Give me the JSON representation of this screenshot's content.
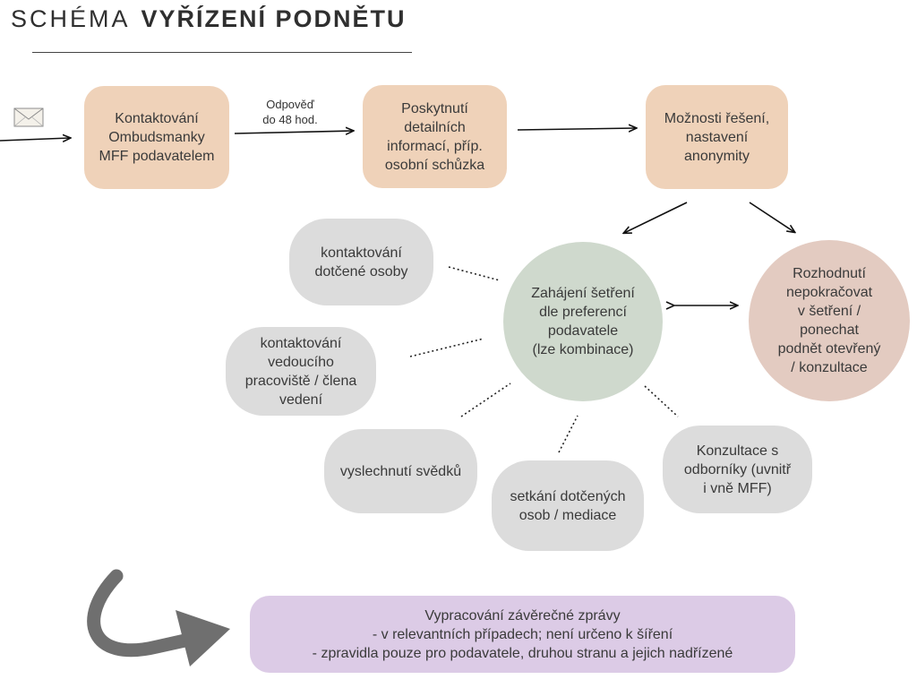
{
  "title": {
    "light": "SCHÉMA",
    "bold": "VYŘÍZENÍ PODNĚTU"
  },
  "steps": {
    "contact": "Kontaktování\nOmbudsmanky\nMFF podavatelem",
    "response_note": "Odpověď\ndo 48 hod.",
    "details": "Poskytnutí\ndetailních\ninformací, příp.\nosobní schůzka",
    "options": "Možnosti řešení,\nnastavení\nanonymity"
  },
  "investigation": "Zahájení šetření\ndle preferencí\npodavatele\n(lze kombinace)",
  "decision": "Rozhodnutí\nnepokračovat\nv šetření /\nponechat\npodnět otevřený\n/ konzultace",
  "methods": {
    "affected_person": "kontaktování\ndotčené osoby",
    "manager": "kontaktování\nvedoucího\npracoviště / člena\nvedení",
    "witnesses": "vyslechnutí svědků",
    "mediation": "setkání dotčených\nosob / mediace",
    "experts": "Konzultace s\nodborníky (uvnitř\ni vně MFF)"
  },
  "report": "Vypracování závěrečné zprávy\n- v relevantních případech; není určeno k šíření\n- zpravidla pouze pro podavatele, druhou stranu a jejich nadřízené",
  "icons": {
    "envelope": "envelope-icon",
    "curved_arrow": "curved-arrow-icon"
  },
  "colors": {
    "peach": "#efd2b9",
    "grey": "#dcdcdc",
    "green": "#cfd9cd",
    "rose": "#e3cbc1",
    "lilac": "#dccbe6"
  }
}
